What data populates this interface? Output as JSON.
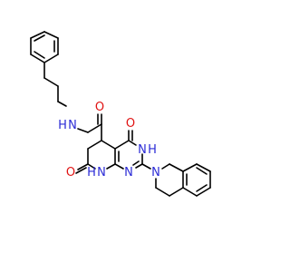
{
  "molecule": {
    "colors": {
      "bond": "#000000",
      "nitrogen": "#2b2bd6",
      "oxygen": "#e01212",
      "carbon": "#000000"
    },
    "atoms": {
      "n_amide": "N",
      "h_amide": "H",
      "o_amide": "O",
      "o_pyrimidinone": "O",
      "n3": "N",
      "h_n3": "H",
      "n1": "N",
      "n8": "N",
      "h_n8": "H",
      "o_lactam": "O",
      "n_thiq": "N"
    }
  }
}
